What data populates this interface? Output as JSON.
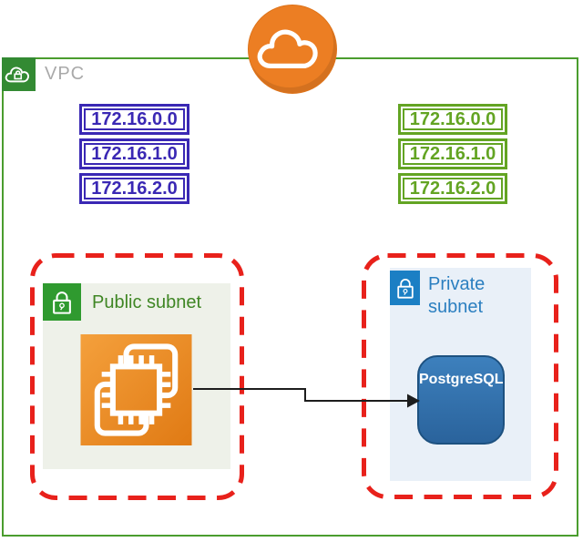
{
  "vpc": {
    "label": "VPC"
  },
  "cloud": {
    "icon": "aws-cloud-icon"
  },
  "ips": {
    "left": [
      "172.16.0.0",
      "172.16.1.0",
      "172.16.2.0"
    ],
    "right": [
      "172.16.0.0",
      "172.16.1.0",
      "172.16.2.0"
    ]
  },
  "public_subnet": {
    "label": "Public subnet",
    "icon": "lock-icon",
    "service_icon": "ec2-instance-icon"
  },
  "private_subnet": {
    "label": "Private subnet",
    "icon": "lock-icon",
    "database_label": "PostgreSQL"
  },
  "colors": {
    "vpc_border_green": "#4a9d2e",
    "cidr_purple": "#3a28b4",
    "cidr_green": "#63a423",
    "subnet_dashed_red": "#e8211b",
    "cloud_orange": "#ec7e23",
    "private_lock_blue": "#1b7fc4",
    "public_lock_green": "#2f9a2f",
    "postgres_blue": "#2f6da5",
    "ec2_orange": "#e8891f"
  }
}
